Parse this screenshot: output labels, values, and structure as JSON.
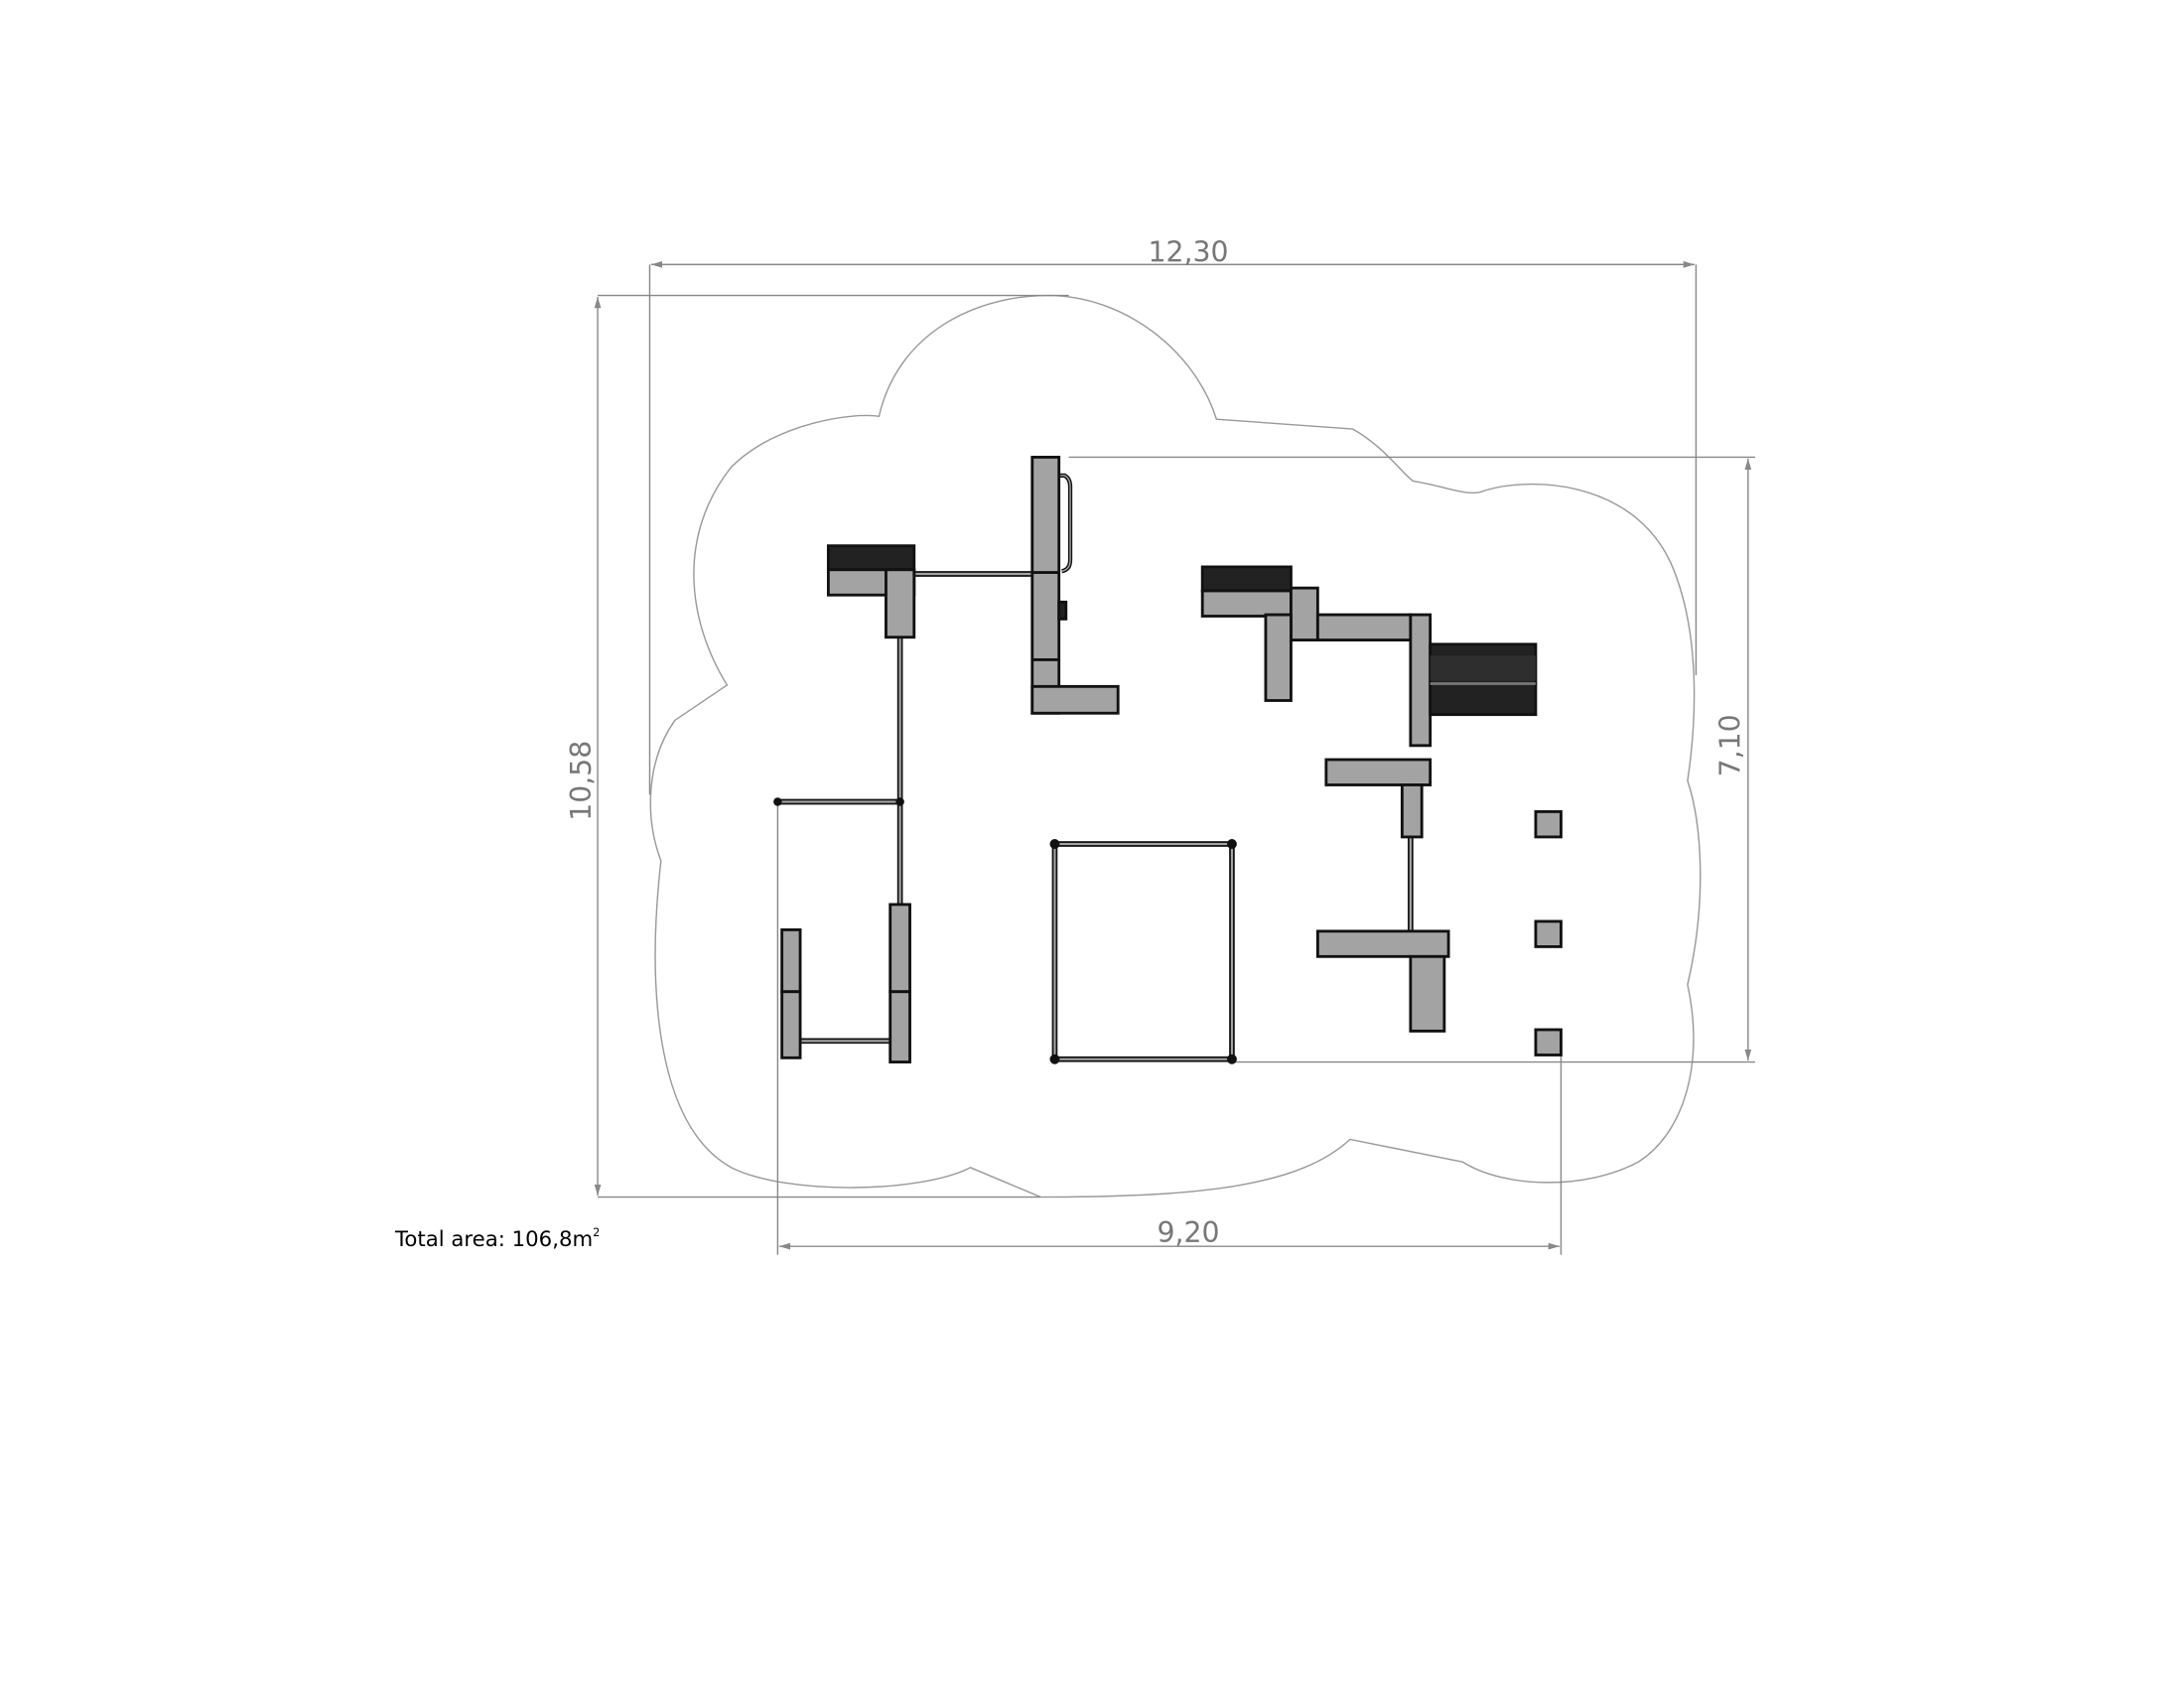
{
  "dimensions": {
    "overall_width": "12,30",
    "overall_depth": "10,58",
    "equipment_depth": "7,10",
    "equipment_width": "9,20"
  },
  "total_area": {
    "label": "Total area: 106,8m",
    "superscript": "2"
  }
}
